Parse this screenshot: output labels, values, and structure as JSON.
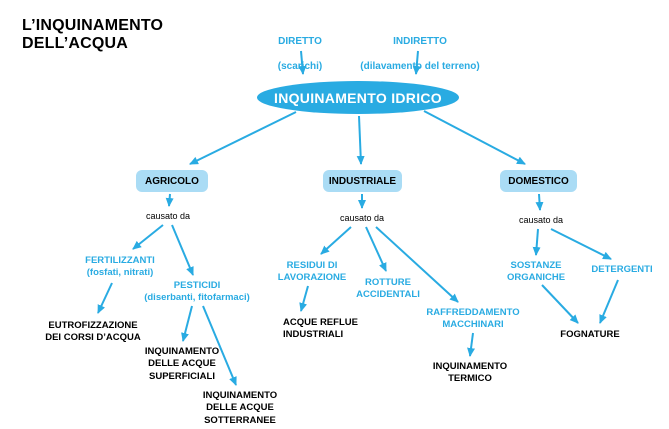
{
  "title": "L’INQUINAMENTO\nDELL’ACQUA",
  "colors": {
    "accent": "#29abe2",
    "box": "#aadcf5",
    "ink": "#000000",
    "root_text": "#ffffff",
    "background": "#ffffff"
  },
  "root": {
    "label": "INQUINAMENTO IDRICO"
  },
  "sources": {
    "direct": {
      "label": "DIRETTO",
      "sub": "(scarichi)"
    },
    "indirect": {
      "label": "INDIRETTO",
      "sub": "(dilavamento del terreno)"
    }
  },
  "connector_label": "causato da",
  "categories": {
    "agricolo": "AGRICOLO",
    "industriale": "INDUSTRIALE",
    "domestico": "DOMESTICO"
  },
  "causes": {
    "fertilizzanti": "FERTILIZZANTI\n(fosfati, nitrati)",
    "pesticidi": "PESTICIDI\n(diserbanti, fitofarmaci)",
    "residui_lavorazione": "RESIDUI DI\nLAVORAZIONE",
    "rotture_accidentali": "ROTTURE\nACCIDENTALI",
    "raffreddamento_macchinari": "RAFFREDDAMENTO\nMACCHINARI",
    "sostanze_organiche": "SOSTANZE\nORGANICHE",
    "detergenti": "DETERGENTI"
  },
  "effects": {
    "eutrofizzazione": "EUTROFIZZAZIONE\nDEI CORSI D’ACQUA",
    "acque_superficiali": "INQUINAMENTO\nDELLE ACQUE\nSUPERFICIALI",
    "acque_sotterranee": "INQUINAMENTO\nDELLE ACQUE\nSOTTERRANEE",
    "acque_reflue": "ACQUE REFLUE\nINDUSTRIALI",
    "inquinamento_termico": "INQUINAMENTO\nTERMICO",
    "fognature": "FOGNATURE"
  }
}
